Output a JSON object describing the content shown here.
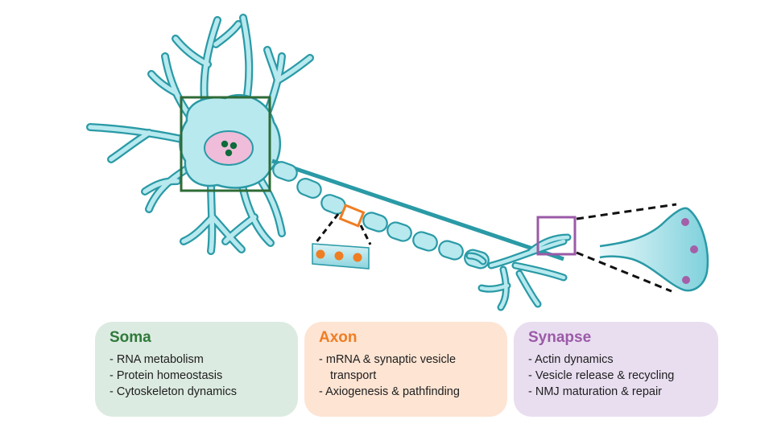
{
  "panels": {
    "soma": {
      "title": "Soma",
      "items": [
        "RNA metabolism",
        "Protein homeostasis",
        "Cytoskeleton dynamics"
      ]
    },
    "axon": {
      "title": "Axon",
      "items": [
        "mRNA & synaptic vesicle transport",
        "Axiogenesis & pathfinding"
      ]
    },
    "synapse": {
      "title": "Synapse",
      "items": [
        "Actin dynamics",
        "Vesicle release & recycling",
        "NMJ maturation & repair"
      ]
    }
  },
  "colors": {
    "neuron_fill": "#b7e9ef",
    "neuron_outline": "#2a9aa6",
    "nucleus_fill": "#efbcd9",
    "nucleolus": "#0e6b3a",
    "soma_accent": "#2f7a3a",
    "soma_panel_bg": "#dcebe1",
    "axon_accent": "#ef7d22",
    "axon_panel_bg": "#fde4d3",
    "synapse_accent": "#9b5aa7",
    "synapse_panel_bg": "#e9def0",
    "synapse_dots": "#a45fa8"
  }
}
